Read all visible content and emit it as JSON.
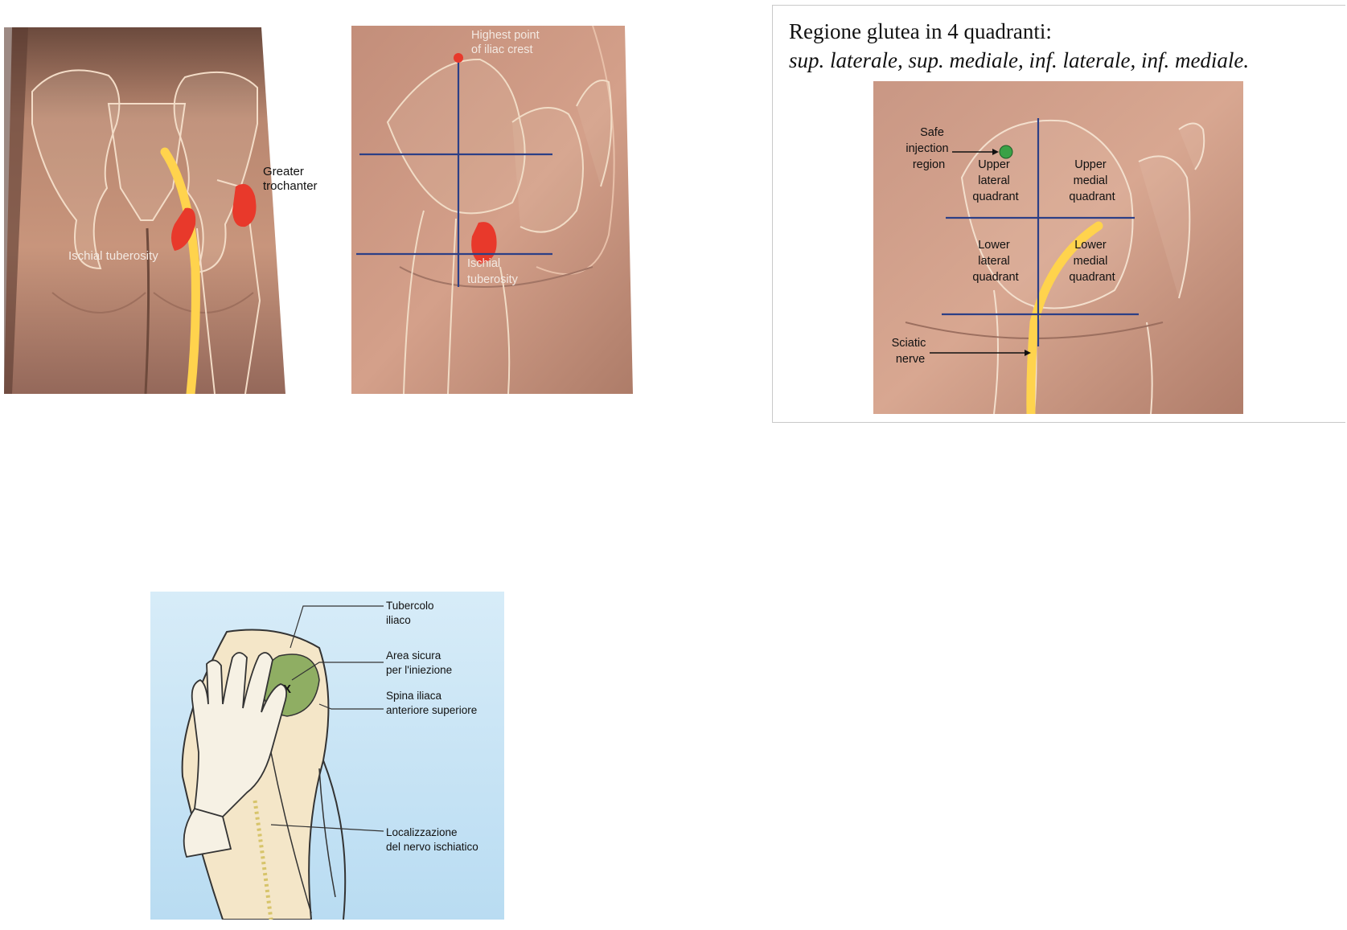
{
  "panel_posterior_left": {
    "labels": {
      "greater_trochanter": [
        "Greater",
        "trochanter"
      ],
      "ischial_tuberosity": "Ischial tuberosity"
    }
  },
  "panel_posterior_quadrant": {
    "labels": {
      "iliac_crest": [
        "Highest point",
        "of iliac crest"
      ],
      "ischial_tuberosity": [
        "Ischial",
        "tuberosity"
      ]
    }
  },
  "panel_quadranti": {
    "title": "Regione glutea in 4 quadranti:",
    "subtitle": "sup. laterale, sup. mediale, inf. laterale, inf. mediale.",
    "labels": {
      "safe_injection": [
        "Safe",
        "injection",
        "region"
      ],
      "upper_lateral": [
        "Upper",
        "lateral",
        "quadrant"
      ],
      "upper_medial": [
        "Upper",
        "medial",
        "quadrant"
      ],
      "lower_lateral": [
        "Lower",
        "lateral",
        "quadrant"
      ],
      "lower_medial": [
        "Lower",
        "medial",
        "quadrant"
      ],
      "sciatic_nerve": [
        "Sciatic",
        "nerve"
      ]
    }
  },
  "panel_ventrogluteo": {
    "labels": {
      "tubercolo": [
        "Tubercolo",
        "iliaco"
      ],
      "area_sicura": [
        "Area sicura",
        "per l'iniezione"
      ],
      "spina": [
        "Spina iliaca",
        "anteriore superiore"
      ],
      "nervo": [
        "Localizzazione",
        "del nervo ischiatico"
      ],
      "x_mark": "X"
    }
  },
  "colors": {
    "skin": "#c89a84",
    "skin_dark": "#8a6557",
    "bone_outline": "#f1dcc6",
    "nerve": "#ffd34d",
    "landmark_red": "#e8392b",
    "quadrant_line": "#2c3f86",
    "safe_dot": "#3aa146",
    "sky": "#cde6f5",
    "safe_area": "#8fae63"
  }
}
